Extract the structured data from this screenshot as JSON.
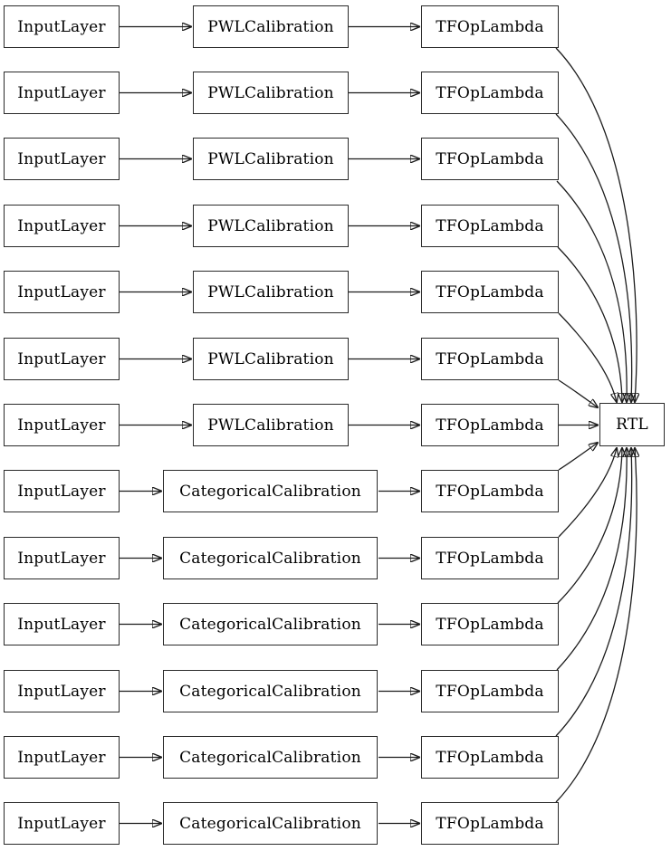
{
  "diagram": {
    "background_color": "#ffffff",
    "node_fill_color": "#ffffff",
    "node_border_color": "#2a2a2a",
    "edge_color": "#1c1c1c",
    "sink_node": {
      "label": "RTL"
    },
    "rows": [
      {
        "input": "InputLayer",
        "calibration": "PWLCalibration",
        "lambda": "TFOpLambda"
      },
      {
        "input": "InputLayer",
        "calibration": "PWLCalibration",
        "lambda": "TFOpLambda"
      },
      {
        "input": "InputLayer",
        "calibration": "PWLCalibration",
        "lambda": "TFOpLambda"
      },
      {
        "input": "InputLayer",
        "calibration": "PWLCalibration",
        "lambda": "TFOpLambda"
      },
      {
        "input": "InputLayer",
        "calibration": "PWLCalibration",
        "lambda": "TFOpLambda"
      },
      {
        "input": "InputLayer",
        "calibration": "PWLCalibration",
        "lambda": "TFOpLambda"
      },
      {
        "input": "InputLayer",
        "calibration": "PWLCalibration",
        "lambda": "TFOpLambda"
      },
      {
        "input": "InputLayer",
        "calibration": "CategoricalCalibration",
        "lambda": "TFOpLambda"
      },
      {
        "input": "InputLayer",
        "calibration": "CategoricalCalibration",
        "lambda": "TFOpLambda"
      },
      {
        "input": "InputLayer",
        "calibration": "CategoricalCalibration",
        "lambda": "TFOpLambda"
      },
      {
        "input": "InputLayer",
        "calibration": "CategoricalCalibration",
        "lambda": "TFOpLambda"
      },
      {
        "input": "InputLayer",
        "calibration": "CategoricalCalibration",
        "lambda": "TFOpLambda"
      },
      {
        "input": "InputLayer",
        "calibration": "CategoricalCalibration",
        "lambda": "TFOpLambda"
      }
    ]
  }
}
